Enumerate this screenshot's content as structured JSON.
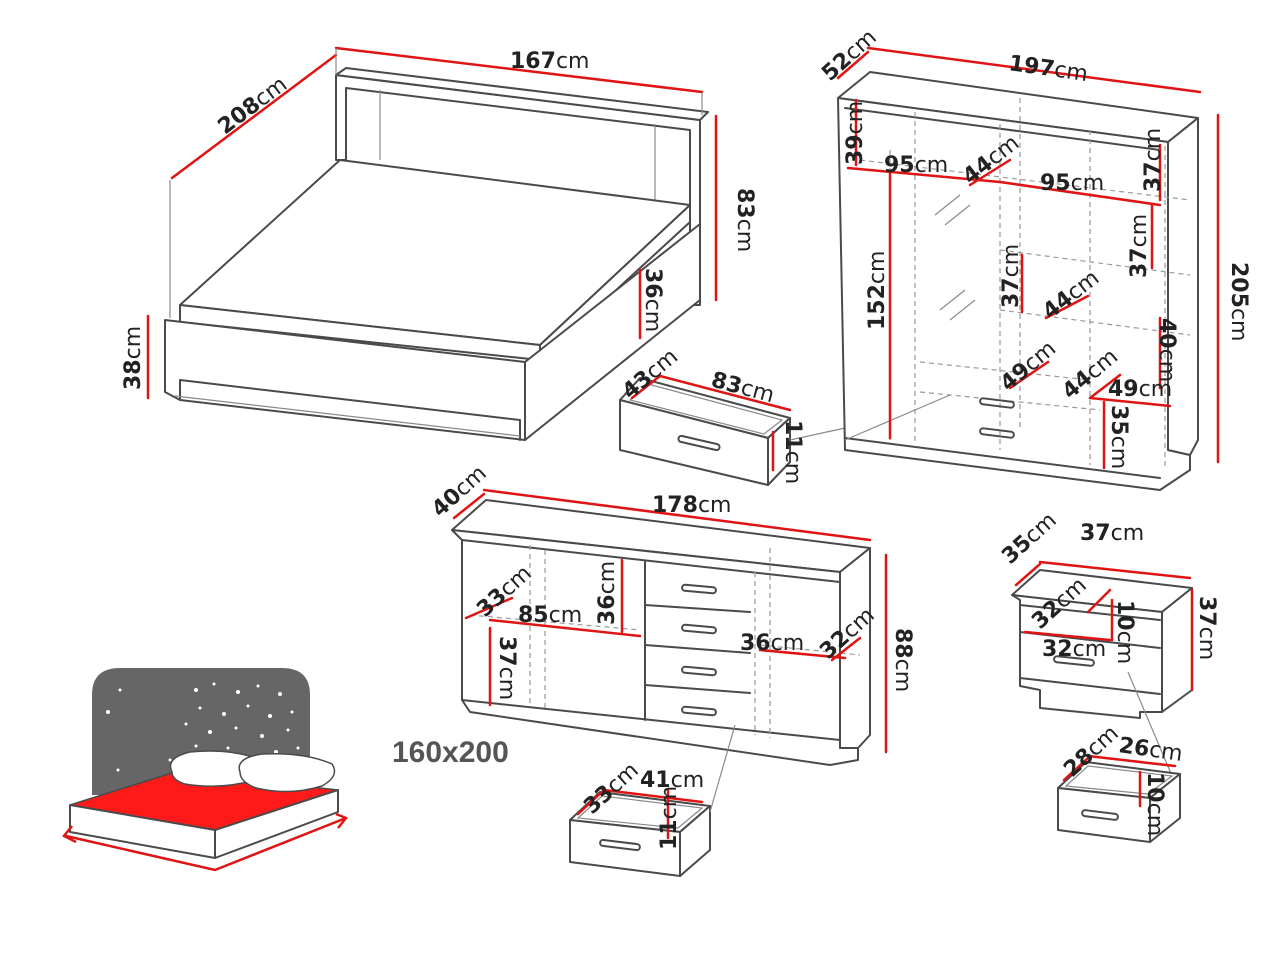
{
  "bed": {
    "width": "167",
    "depth": "208",
    "height": "83",
    "mattress_height": "36",
    "base_height": "38"
  },
  "bed_drawer": {
    "depth": "43",
    "width": "83",
    "height": "11"
  },
  "wardrobe": {
    "depth": "52",
    "width": "197",
    "height": "205",
    "top_height": "39",
    "top_width_left": "95",
    "top_depth_mid": "44",
    "top_width_right": "95",
    "top_right_height": "37",
    "right_shelf_height": "37",
    "hanging_height": "152",
    "mid_shelf_height": "37",
    "mid_shelf_depth": "44",
    "right_lower_height": "40",
    "drawer_depth_left": "49",
    "drawer_depth_mid": "44",
    "drawer_depth_right": "49",
    "drawer_height": "35"
  },
  "sideboard": {
    "depth": "40",
    "width": "178",
    "height": "88",
    "left_depth": "33",
    "inner_width": "85",
    "compartment_height": "36",
    "lower_height": "37",
    "right_width": "36",
    "right_depth": "32"
  },
  "sideboard_drawer": {
    "depth": "33",
    "width": "41",
    "height": "11"
  },
  "nightstand": {
    "depth": "35",
    "width": "37",
    "height": "37",
    "inner_depth": "32",
    "inner_height": "10",
    "inner_width": "32"
  },
  "nightstand_drawer": {
    "depth": "28",
    "width": "26",
    "height": "10"
  },
  "mattress_size": "160x200",
  "unit": "cm",
  "colors": {
    "dimension_line": "#e01414",
    "outline": "#4a4a4a",
    "mattress": "#ff1a1a",
    "headboard": "#666666"
  }
}
